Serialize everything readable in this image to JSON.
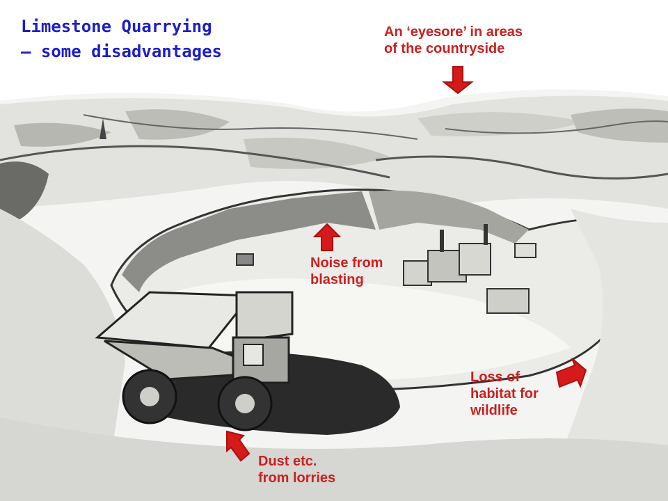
{
  "slide": {
    "title_line1": "Limestone Quarrying",
    "title_line2": "– some disadvantages",
    "title_color": "#1e1ec8",
    "label_color": "#cc1f1f",
    "arrow_color": "#d61a1a"
  },
  "callouts": {
    "eyesore": {
      "line1": "An ‘eyesore’ in areas",
      "line2": "of the countryside"
    },
    "noise": {
      "line1": "Noise from",
      "line2": "blasting"
    },
    "habitat": {
      "line1": "Loss of",
      "line2": "habitat for",
      "line3": "wildlife"
    },
    "dust": {
      "line1": "Dust etc.",
      "line2": "from lorries"
    }
  }
}
